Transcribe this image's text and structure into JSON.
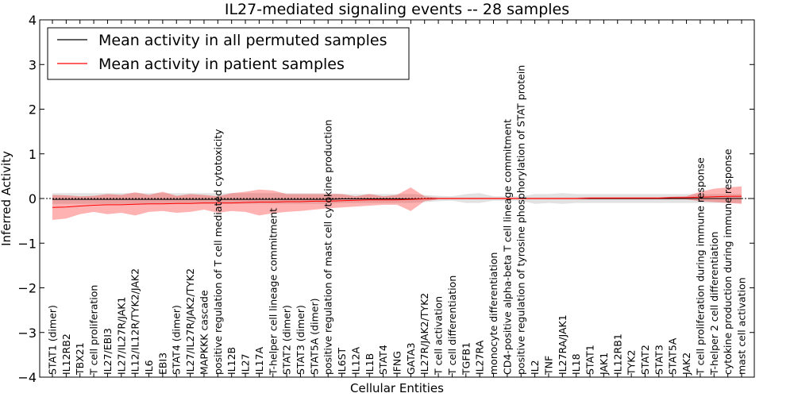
{
  "chart_data": {
    "type": "line",
    "title": "IL27-mediated signaling events -- 28 samples",
    "xlabel": "Cellular Entities",
    "ylabel": "Inferred Activity",
    "ylim": [
      -4,
      4
    ],
    "yticks": [
      -4,
      -3,
      -2,
      -1,
      0,
      1,
      2,
      3,
      4
    ],
    "grid": false,
    "legend_position": "top-left",
    "colors": {
      "permuted": "#000000",
      "patient": "#ff0000",
      "patient_band": "#ff0000",
      "permuted_band": "#a0a0a0"
    },
    "categories": [
      "STAT1 (dimer)",
      "IL12RB2",
      "TBX21",
      "T cell proliferation",
      "IL27/EBI3",
      "IL27/IL27R/JAK1",
      "IL12/IL12R/TYK2/JAK2",
      "IL6",
      "EBI3",
      "STAT4 (dimer)",
      "IL27/IL27R/JAK2/TYK2",
      "MAPKKK cascade",
      "positive regulation of T cell mediated cytotoxicity",
      "IL12B",
      "IL27",
      "IL17A",
      "T-helper cell lineage commitment",
      "STAT2 (dimer)",
      "STAT3 (dimer)",
      "STAT5A (dimer)",
      "positive regulation of mast cell cytokine production",
      "IL6ST",
      "IL12A",
      "IL1B",
      "STAT4",
      "IFNG",
      "GATA3",
      "IL27R/JAK2/TYK2",
      "T cell activation",
      "T cell differentiation",
      "TGFB1",
      "IL27RA",
      "monocyte differentiation",
      "CD4-positive alpha-beta T cell lineage commitment",
      "positive regulation of tyrosine phosphorylation of STAT protein",
      "IL2",
      "TNF",
      "IL27RA/JAK1",
      "IL18",
      "STAT1",
      "JAK1",
      "IL12RB1",
      "TYK2",
      "STAT2",
      "STAT3",
      "STAT5A",
      "JAK2",
      "T cell proliferation during immune response",
      "T-helper 2 cell differentiation",
      "cytokine production during immune response",
      "mast cell activation"
    ],
    "series": [
      {
        "name": "Mean activity in all permuted samples",
        "values": [
          -0.02,
          -0.02,
          -0.02,
          -0.02,
          -0.02,
          -0.02,
          -0.02,
          -0.02,
          -0.02,
          -0.02,
          -0.02,
          -0.02,
          -0.02,
          -0.02,
          -0.02,
          -0.02,
          -0.02,
          -0.02,
          -0.02,
          -0.02,
          -0.02,
          -0.01,
          -0.01,
          -0.01,
          -0.01,
          -0.01,
          -0.01,
          -0.01,
          0,
          0,
          0,
          0,
          0,
          0,
          0,
          0,
          0,
          0,
          0,
          0,
          0,
          0,
          0,
          0,
          0,
          0,
          0,
          0,
          0,
          0,
          0
        ],
        "band_lower": [
          -0.12,
          -0.12,
          -0.12,
          -0.12,
          -0.12,
          -0.12,
          -0.12,
          -0.12,
          -0.12,
          -0.12,
          -0.12,
          -0.12,
          -0.12,
          -0.12,
          -0.12,
          -0.12,
          -0.12,
          -0.12,
          -0.12,
          -0.12,
          -0.12,
          -0.1,
          -0.1,
          -0.1,
          -0.1,
          -0.1,
          -0.1,
          -0.08,
          -0.06,
          -0.05,
          -0.1,
          -0.1,
          -0.05,
          -0.05,
          -0.05,
          -0.12,
          -0.1,
          -0.12,
          -0.1,
          -0.1,
          -0.1,
          -0.1,
          -0.1,
          -0.1,
          -0.1,
          -0.1,
          -0.1,
          -0.1,
          -0.1,
          -0.1,
          -0.1
        ],
        "band_upper": [
          0.12,
          0.12,
          0.12,
          0.12,
          0.12,
          0.12,
          0.12,
          0.12,
          0.12,
          0.12,
          0.12,
          0.12,
          0.12,
          0.12,
          0.12,
          0.12,
          0.12,
          0.12,
          0.12,
          0.12,
          0.12,
          0.1,
          0.1,
          0.1,
          0.1,
          0.1,
          0.1,
          0.08,
          0.06,
          0.05,
          0.1,
          0.12,
          0.05,
          0.05,
          0.05,
          0.1,
          0.1,
          0.12,
          0.1,
          0.1,
          0.1,
          0.1,
          0.1,
          0.1,
          0.1,
          0.1,
          0.1,
          0.1,
          0.1,
          0.1,
          0.1
        ]
      },
      {
        "name": "Mean activity in patient samples",
        "values": [
          -0.2,
          -0.19,
          -0.17,
          -0.15,
          -0.14,
          -0.14,
          -0.13,
          -0.12,
          -0.12,
          -0.11,
          -0.11,
          -0.1,
          -0.1,
          -0.1,
          -0.09,
          -0.08,
          -0.08,
          -0.07,
          -0.07,
          -0.06,
          -0.06,
          -0.05,
          -0.04,
          -0.03,
          -0.03,
          -0.03,
          -0.02,
          -0.01,
          0,
          0,
          0,
          0,
          0,
          0,
          0,
          0,
          0,
          0,
          0,
          0.01,
          0.01,
          0.01,
          0.01,
          0.01,
          0.01,
          0.02,
          0.02,
          0.03,
          0.04,
          0.05,
          0.05
        ],
        "band_lower": [
          -0.48,
          -0.45,
          -0.35,
          -0.3,
          -0.35,
          -0.32,
          -0.38,
          -0.3,
          -0.28,
          -0.32,
          -0.3,
          -0.25,
          -0.32,
          -0.28,
          -0.3,
          -0.38,
          -0.33,
          -0.3,
          -0.28,
          -0.25,
          -0.22,
          -0.2,
          -0.18,
          -0.16,
          -0.14,
          -0.14,
          -0.28,
          -0.06,
          -0.02,
          -0.02,
          -0.02,
          -0.02,
          -0.02,
          -0.02,
          -0.02,
          -0.02,
          -0.02,
          -0.02,
          -0.02,
          -0.02,
          -0.02,
          -0.02,
          -0.02,
          -0.02,
          -0.02,
          -0.02,
          -0.02,
          -0.06,
          -0.08,
          -0.1,
          -0.12
        ],
        "band_upper": [
          0.08,
          0.07,
          0.05,
          0.06,
          0.1,
          0.08,
          0.14,
          0.08,
          0.15,
          0.06,
          0.1,
          0.08,
          0.05,
          0.12,
          0.15,
          0.2,
          0.18,
          0.1,
          0.1,
          0.1,
          0.1,
          0.1,
          0.05,
          0.1,
          0.05,
          0.08,
          0.25,
          0.05,
          0.02,
          0.02,
          0.02,
          0.02,
          0.02,
          0.02,
          0.02,
          0.02,
          0.02,
          0.02,
          0.02,
          0.03,
          0.03,
          0.03,
          0.03,
          0.03,
          0.03,
          0.04,
          0.05,
          0.15,
          0.22,
          0.25,
          0.27
        ]
      }
    ]
  }
}
